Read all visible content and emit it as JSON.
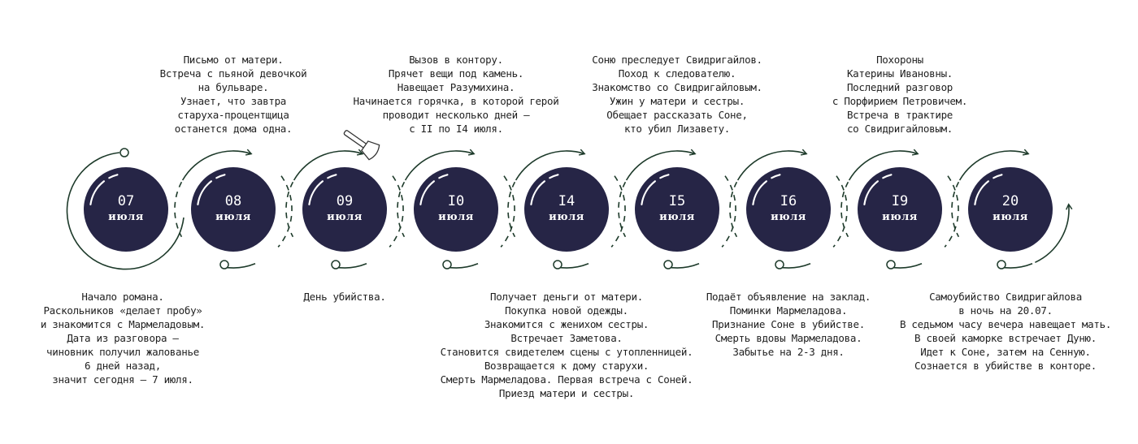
{
  "colors": {
    "circle_fill": "#262546",
    "line_stroke": "#1d3a2a",
    "text": "#1f1f1f",
    "highlight": "#ffffff"
  },
  "timeline": {
    "month_label": "июля",
    "nodes": [
      {
        "day": "07",
        "month": "июля",
        "note_position": "bottom",
        "note": [
          "Начало романа.",
          "Раскольников «делает пробу»",
          "и знакомится с Мармеладовым.",
          "Дата из разговора –",
          "чиновник получил жалованье",
          "6 дней назад,",
          "значит сегодня – 7 июля."
        ]
      },
      {
        "day": "08",
        "month": "июля",
        "note_position": "top",
        "note": [
          "Письмо от матери.",
          "Встреча с пьяной девочкой",
          "на бульваре.",
          "Узнает, что завтра",
          "старуха-процентщица",
          "останется дома одна."
        ]
      },
      {
        "day": "09",
        "month": "июля",
        "note_position": "bottom",
        "icon": "axe-icon",
        "note": [
          "День убийства."
        ]
      },
      {
        "day": "I0",
        "month": "июля",
        "note_position": "top",
        "note": [
          "Вызов в контору.",
          "Прячет вещи под камень.",
          "Навещает Разумихина.",
          "Начинается горячка, в которой герой",
          "проводит несколько дней –",
          "с II по I4 июля."
        ]
      },
      {
        "day": "I4",
        "month": "июля",
        "note_position": "bottom",
        "note": [
          "Получает деньги от матери.",
          "Покупка новой одежды.",
          "Знакомится с женихом сестры.",
          "Встречает Заметова.",
          "Становится свидетелем сцены с утопленницей.",
          "Возвращается к дому старухи.",
          "Смерть Мармеладова. Первая встреча с Соней.",
          "Приезд матери и сестры."
        ]
      },
      {
        "day": "I5",
        "month": "июля",
        "note_position": "top",
        "note": [
          "Соню преследует Свидригайлов.",
          "Поход к следователю.",
          "Знакомство со Свидригайловым.",
          "Ужин у матери и сестры.",
          "Обещает рассказать Соне,",
          "кто убил Лизавету."
        ]
      },
      {
        "day": "I6",
        "month": "июля",
        "note_position": "bottom",
        "note": [
          "Подаёт объявление на заклад.",
          "Поминки Мармеладова.",
          "Признание Соне в убийстве.",
          "Смерть вдовы Мармеладова.",
          "Забытье на 2-3 дня."
        ]
      },
      {
        "day": "I9",
        "month": "июля",
        "note_position": "top",
        "note": [
          "Похороны",
          "Катерины Ивановны.",
          "Последний разговор",
          "с Порфирием Петровичем.",
          "Встреча в трактире",
          "со Свидригайловым."
        ]
      },
      {
        "day": "20",
        "month": "июля",
        "note_position": "bottom",
        "note": [
          "Самоубийство Свидригайлова",
          "в ночь на 20.07.",
          "В седьмом часу вечера навещает мать.",
          "В своей каморке встречает Дуню.",
          "Идет к Соне, затем на Сенную.",
          "Сознается в убийстве в конторе."
        ]
      }
    ]
  }
}
